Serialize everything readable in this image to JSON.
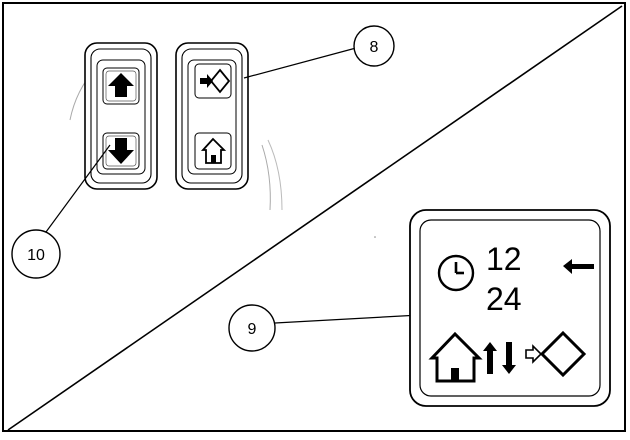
{
  "callouts": [
    {
      "id": "8",
      "label": "8"
    },
    {
      "id": "9",
      "label": "9"
    },
    {
      "id": "10",
      "label": "10"
    }
  ],
  "panel_9": {
    "time_format_12": "12",
    "time_format_24": "24",
    "icons": [
      "clock-icon",
      "left-arrow-icon",
      "house-icon",
      "up-arrow-icon",
      "down-arrow-icon",
      "enter-diamond-icon"
    ]
  },
  "switch_10": {
    "icons": [
      "up-arrow-icon",
      "down-arrow-icon"
    ]
  },
  "switch_8": {
    "icons": [
      "enter-diamond-icon",
      "house-icon"
    ]
  },
  "colors": {
    "line": "#000000",
    "background": "#ffffff",
    "faint": "#999999"
  }
}
